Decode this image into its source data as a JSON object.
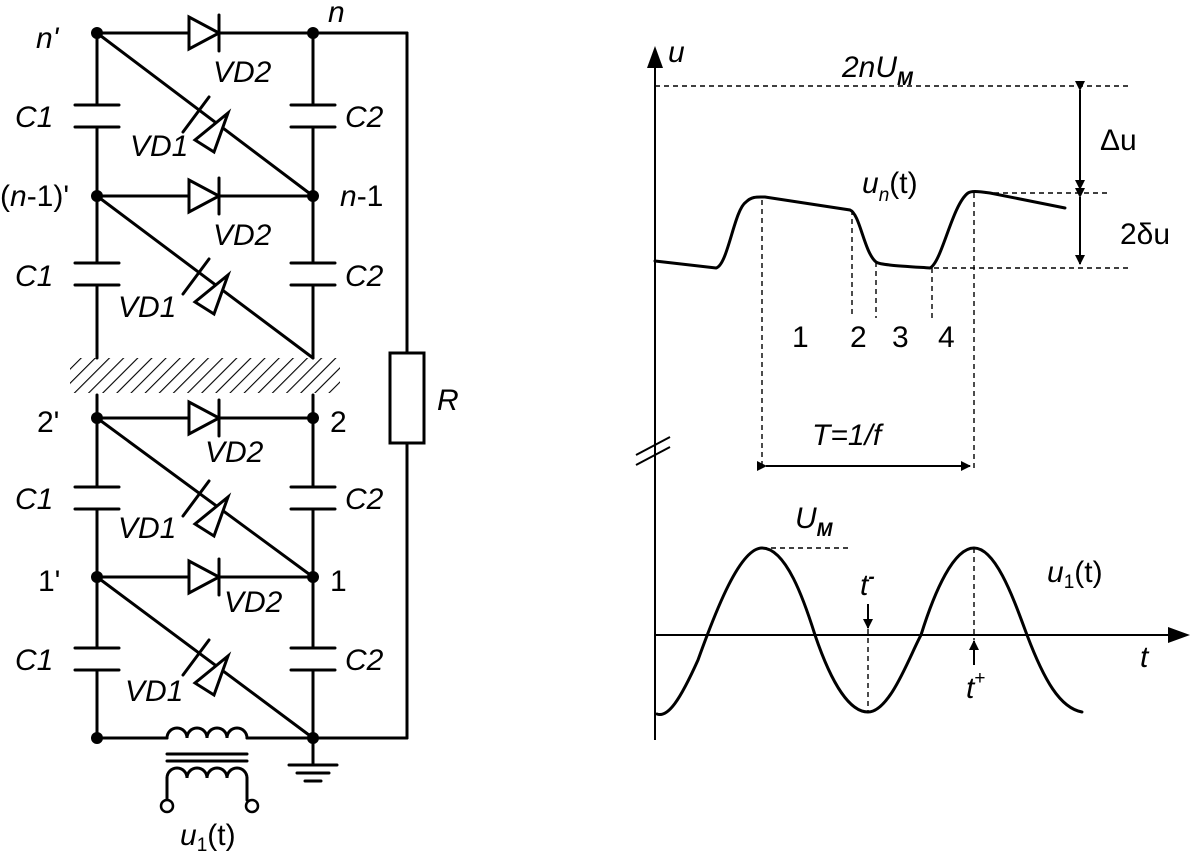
{
  "circuit": {
    "nodes": {
      "n_prime": "n'",
      "n": "n",
      "n_minus_1_prime_a": "(",
      "n_minus_1_prime_b": "n",
      "n_minus_1_prime_c": "-1)'",
      "n_minus_1_a": "n",
      "n_minus_1_b": "-1",
      "two_prime": "2'",
      "two": "2",
      "one_prime": "1'",
      "one": "1"
    },
    "capacitor_left": "C1",
    "capacitor_right": "C2",
    "diode_a": "VD1",
    "diode_b": "VD2",
    "resistor": "R",
    "source_label": "u",
    "source_sub": "1",
    "source_arg": "(t)"
  },
  "plot": {
    "axis_u": "u",
    "axis_t": "t",
    "level_2n": "2n",
    "level_U": "U",
    "level_M": "M",
    "delta_u": "Δu",
    "two_delta_u": "2δu",
    "un_u": "u",
    "un_sub": "n",
    "un_arg": "(t)",
    "intervals": [
      "1",
      "2",
      "3",
      "4"
    ],
    "period": "T=1/f",
    "um_U": "U",
    "um_M": "M",
    "t_minus": "t",
    "t_minus_sup": "-",
    "t_plus": "t",
    "t_plus_sup": "+",
    "u1_u": "u",
    "u1_sub": "1",
    "u1_arg": "(t)"
  }
}
